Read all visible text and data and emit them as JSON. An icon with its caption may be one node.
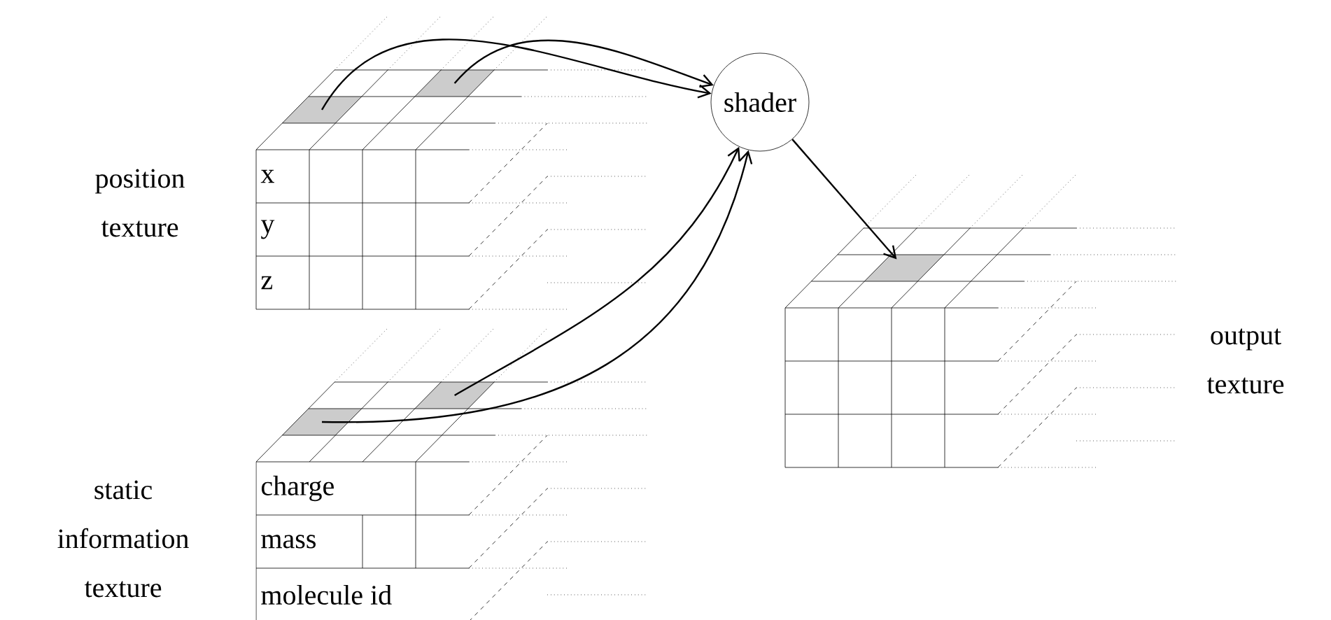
{
  "diagram": {
    "nodes": [
      {
        "text": [
          "x",
          "y",
          "z"
        ],
        "beside": [
          "position texture"
        ]
      },
      {
        "text": [],
        "shape": "box",
        "in": 0
      },
      {
        "text": [],
        "shape": "box",
        "in": 0
      },
      {
        "text": [
          "charge",
          "mass",
          "molecule id"
        ],
        "beside": [
          "static information texture"
        ]
      },
      {
        "text": [],
        "shape": "box",
        "in": 3
      },
      {
        "text": [],
        "shape": "box",
        "in": 3
      },
      {
        "text": [
          "shader"
        ]
      },
      {
        "text": [],
        "shape": "box",
        "beside": [
          "output texture"
        ]
      },
      {
        "text": [],
        "shape": "box",
        "in": 7
      }
    ],
    "edges": [
      {
        "from": 1,
        "to": 6,
        "arrow": "to"
      },
      {
        "from": 2,
        "to": 6,
        "arrow": "to"
      },
      {
        "from": 4,
        "to": 6,
        "arrow": "to"
      },
      {
        "from": 5,
        "to": 6,
        "arrow": "to"
      },
      {
        "from": 6,
        "to": 8,
        "arrow": "to"
      }
    ]
  }
}
